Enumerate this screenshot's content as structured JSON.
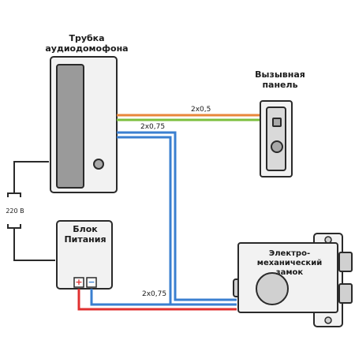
{
  "handset": {
    "title": "Трубка аудиодомофона"
  },
  "call_panel": {
    "title": "Вызывная панель"
  },
  "power_supply": {
    "title": "Блок Питания",
    "plus": "+",
    "minus": "−"
  },
  "lock": {
    "title": "Электро-механический замок"
  },
  "mains": {
    "label": "220 В"
  },
  "wires": {
    "handset_to_panel": "2х0,5",
    "handset_to_lock": "2х0,75",
    "power_to_lock": "2х0,75"
  },
  "colors": {
    "wire_orange": "#e8873a",
    "wire_green": "#7cbf3f",
    "wire_blue": "#3a7fd0",
    "wire_red": "#e03030",
    "device_gray": "#d0d0d0",
    "outline": "#2a2a2a"
  }
}
